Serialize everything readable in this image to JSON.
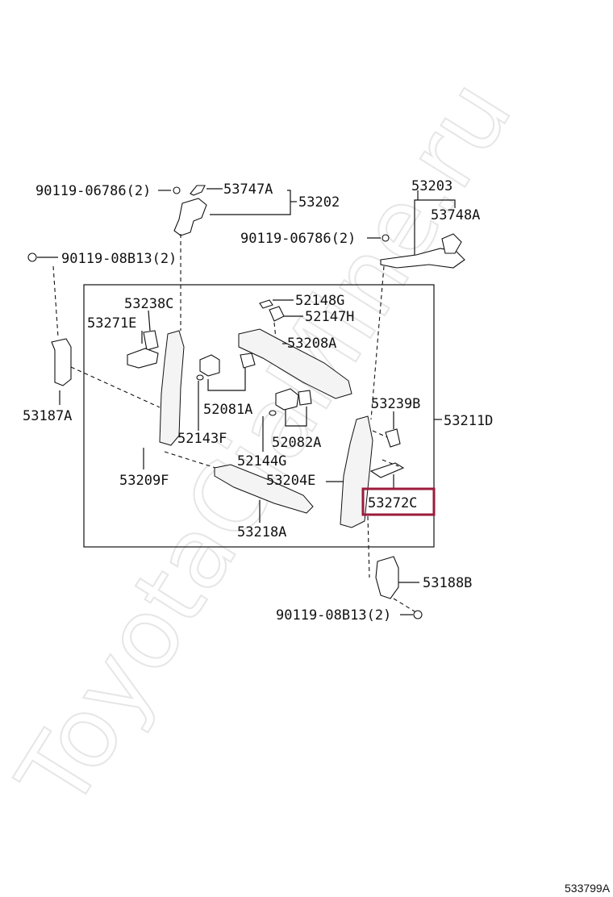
{
  "watermark": "ToyotaCiaMine.ru",
  "footer_code": "533799A",
  "highlight_color": "#9b1b3b",
  "labels": {
    "p53747A": "53747A",
    "p53202": "53202",
    "p53203": "53203",
    "p53748A": "53748A",
    "p90119_06786_a": "90119-06786(2)",
    "p90119_06786_b": "90119-06786(2)",
    "p90119_08B13_a": "90119-08B13(2)",
    "p90119_08B13_b": "90119-08B13(2)",
    "p52148G": "52148G",
    "p52147H": "52147H",
    "p53238C": "53238C",
    "p53271E": "53271E",
    "p53208A": "53208A",
    "p53187A": "53187A",
    "p52081A": "52081A",
    "p53239B": "53239B",
    "p53211D": "53211D",
    "p52143F": "52143F",
    "p52082A": "52082A",
    "p52144G": "52144G",
    "p53204E": "53204E",
    "p53209F": "53209F",
    "p53272C": "53272C",
    "p53218A": "53218A",
    "p53188B": "53188B"
  }
}
